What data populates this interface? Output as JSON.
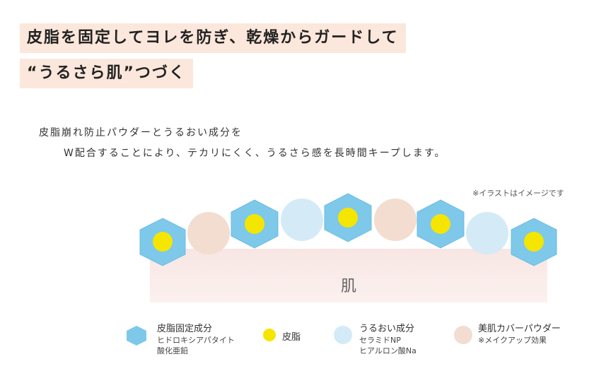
{
  "headline": {
    "line1": "皮脂を固定してヨレを防ぎ、乾燥からガードして",
    "line2": "“うるさら肌”つづく"
  },
  "body": {
    "line1": "皮脂崩れ防止パウダーとうるおい成分を",
    "line2": "W配合することにより、テカリにくく、うるさら感を長時間キープします。"
  },
  "note": "※イラストはイメージです",
  "skin_label": "肌",
  "colors": {
    "hexagon": "#7ec8ea",
    "hexagon_edge": "#5bb4dc",
    "sebum": "#f4e600",
    "moisture": "#d4eaf7",
    "powder": "#f2ddd0",
    "headline_bg": "#fbe7db"
  },
  "legend": [
    {
      "label": "皮脂固定成分",
      "sub1": "ヒドロキシアパタイト",
      "sub2": "酸化亜鉛",
      "icon": "blue-hexagon-icon"
    },
    {
      "label": "皮脂",
      "icon": "yellow-dot-icon"
    },
    {
      "label": "うるおい成分",
      "sub1": "セラミドNP",
      "sub2": "ヒアルロン酸Na",
      "icon": "light-blue-circle-icon"
    },
    {
      "label": "美肌カバーパウダー",
      "sub1": "※メイクアップ効果",
      "icon": "beige-circle-icon"
    }
  ]
}
